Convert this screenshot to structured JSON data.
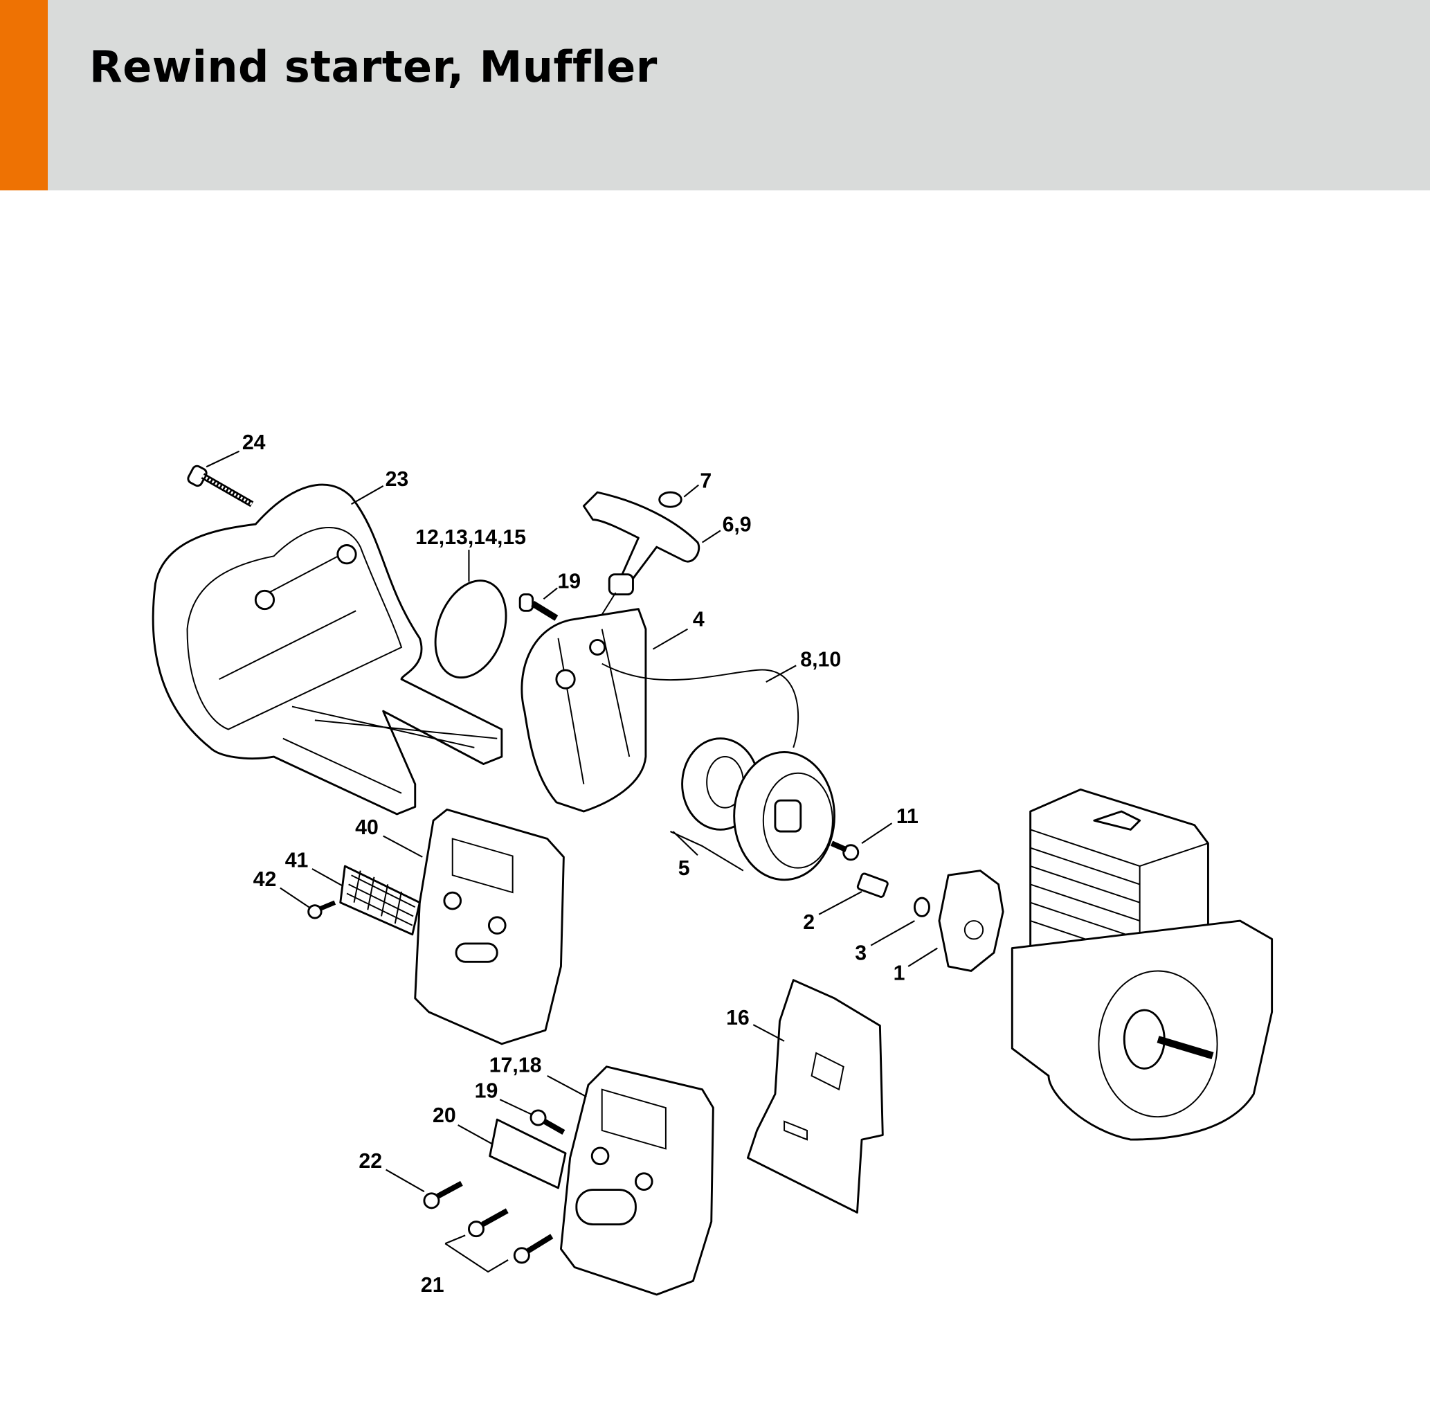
{
  "header": {
    "title": "Rewind starter, Muffler",
    "accent_color": "#ee7203",
    "background_color": "#d9dbda"
  },
  "callouts": [
    {
      "label": "24"
    },
    {
      "label": "23"
    },
    {
      "label": "12,13,14,15"
    },
    {
      "label": "7"
    },
    {
      "label": "6,9"
    },
    {
      "label": "19"
    },
    {
      "label": "4"
    },
    {
      "label": "8,10"
    },
    {
      "label": "11"
    },
    {
      "label": "40"
    },
    {
      "label": "41"
    },
    {
      "label": "42"
    },
    {
      "label": "5"
    },
    {
      "label": "2"
    },
    {
      "label": "3"
    },
    {
      "label": "1"
    },
    {
      "label": "16"
    },
    {
      "label": "17,18"
    },
    {
      "label": "19"
    },
    {
      "label": "20"
    },
    {
      "label": "22"
    },
    {
      "label": "21"
    }
  ]
}
